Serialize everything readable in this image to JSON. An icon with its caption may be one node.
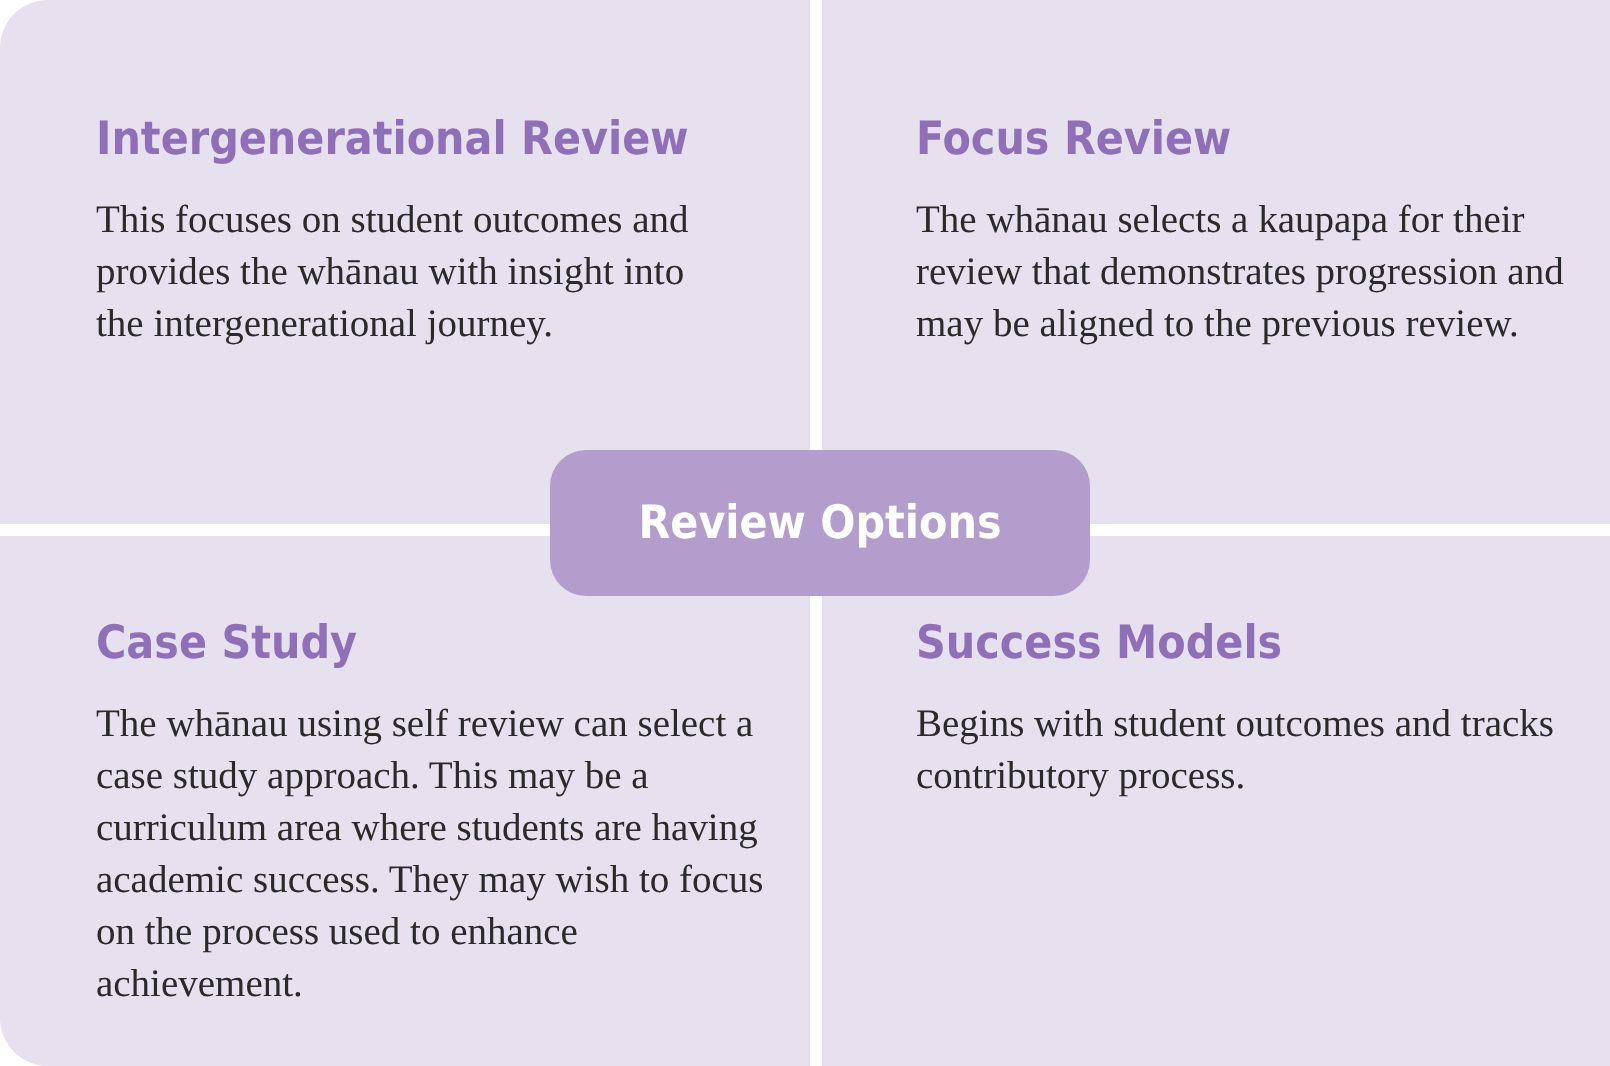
{
  "diagram": {
    "nodes": [
      {
        "text": [
          "Intergenerational Review",
          "This focuses on student outcomes and provides the whānau with insight into the intergenerational journey."
        ]
      },
      {
        "text": [
          "Focus Review",
          "The whānau selects a kaupapa for their review that demonstrates progression and may be aligned to the previous review."
        ]
      },
      {
        "text": [
          "Review Options"
        ]
      },
      {
        "text": [
          "Case Study",
          "The whānau using self review can select a case study approach. This may be a curriculum area where students are having academic success. They may wish to focus on the process used to enhance achievement."
        ]
      },
      {
        "text": [
          "Success Models",
          "Begins with student outcomes and tracks contributory process."
        ]
      }
    ]
  }
}
